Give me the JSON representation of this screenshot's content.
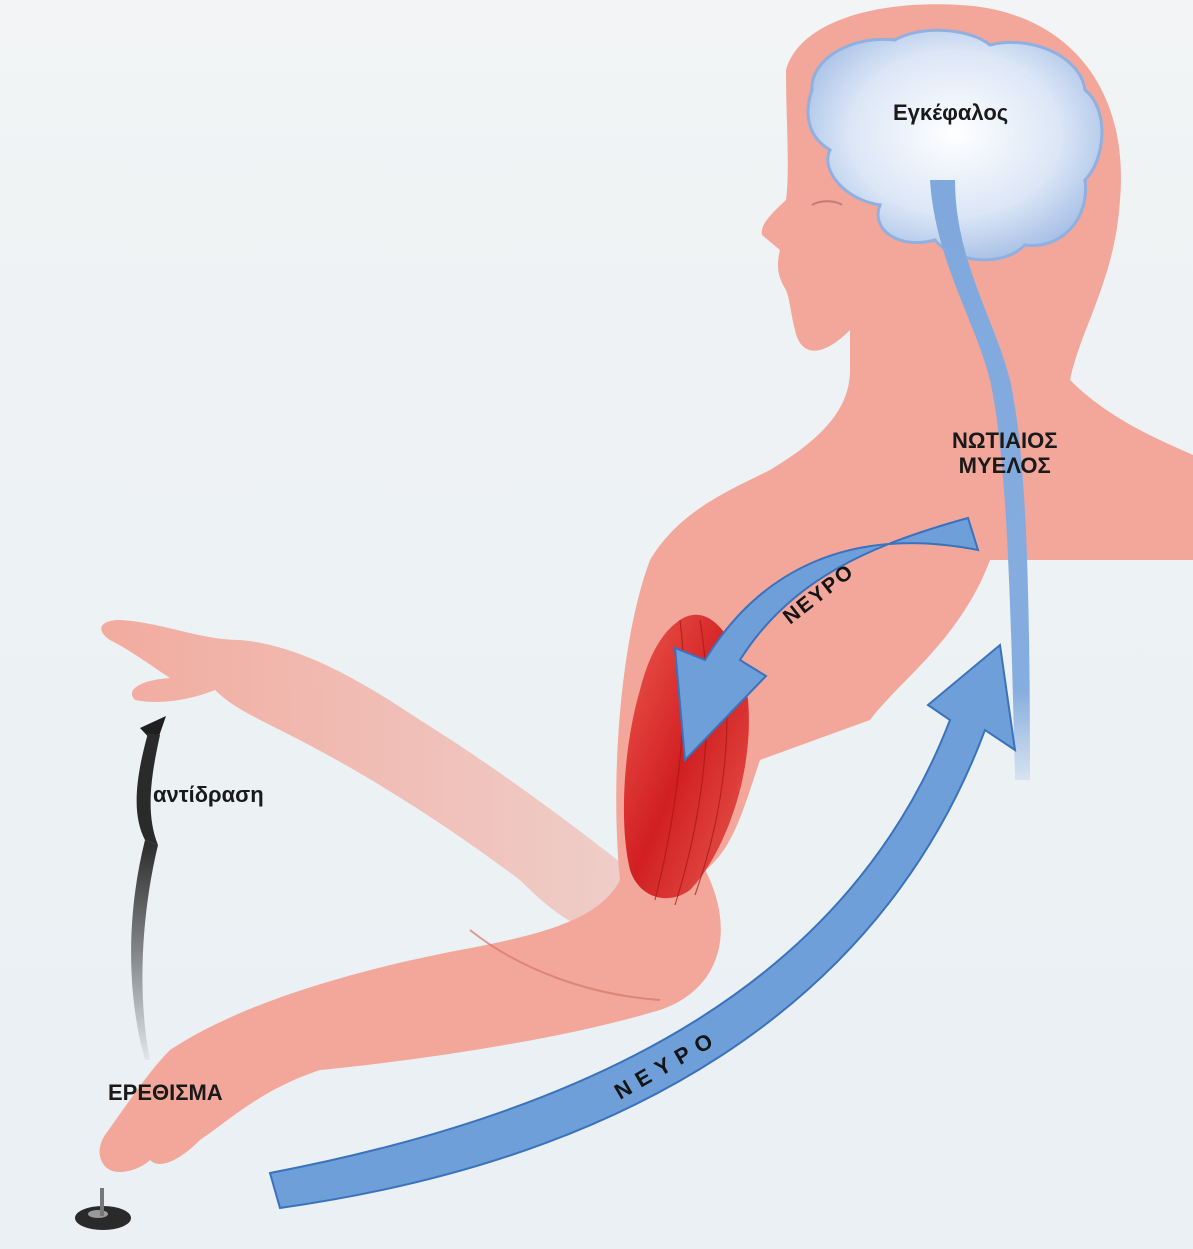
{
  "labels": {
    "brain": "Εγκέφαλος",
    "spinal_cord_line1": "ΝΩΤΙΑΙΟΣ",
    "spinal_cord_line2": "ΜΥΕΛΟΣ",
    "efferent_nerve": "ΝΕΥΡΟ",
    "afferent_nerve": "ΝΕΥΡΟ",
    "reaction": "αντίδραση",
    "stimulus": "ΕΡΕΘΙΣΜΑ"
  },
  "colors": {
    "background": "#eef2f4",
    "skin": "#f2a79a",
    "muscle": "#d92a2a",
    "nerve": "#6f9fd8",
    "brain": "#c9d8f0",
    "reaction_arrow": "#2a2a2a"
  }
}
